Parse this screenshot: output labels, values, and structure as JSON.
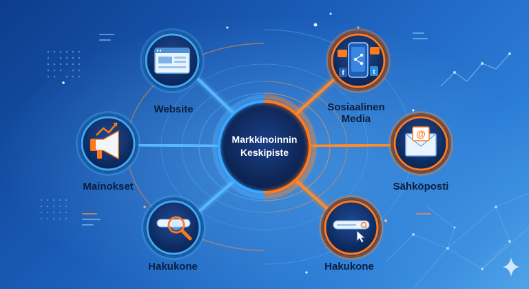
{
  "center": {
    "line1": "Markkinoinnin",
    "line2": "Keskipiste"
  },
  "nodes": [
    {
      "id": "website",
      "label": "Website",
      "icon": "browser-window-icon",
      "ring": "#1e90ff"
    },
    {
      "id": "social",
      "label_line1": "Sosiaalinen",
      "label_line2": "Media",
      "icon": "social-phone-icon",
      "ring": "#ff7a1a"
    },
    {
      "id": "ads",
      "label": "Mainokset",
      "icon": "megaphone-icon",
      "ring": "#1e90ff"
    },
    {
      "id": "email",
      "label": "Sähköposti",
      "icon": "envelope-icon",
      "ring": "#ff7a1a"
    },
    {
      "id": "search-left",
      "label": "Hakukone",
      "icon": "magnifier-icon",
      "ring": "#1e90ff"
    },
    {
      "id": "search-right",
      "label": "Hakukone",
      "icon": "search-bar-cursor-icon",
      "ring": "#ff7a1a"
    }
  ],
  "colors": {
    "blue_accent": "#1e90ff",
    "orange_accent": "#ff7a1a",
    "node_fill": "#0f2a5c",
    "center_fill": "#0c2350"
  }
}
